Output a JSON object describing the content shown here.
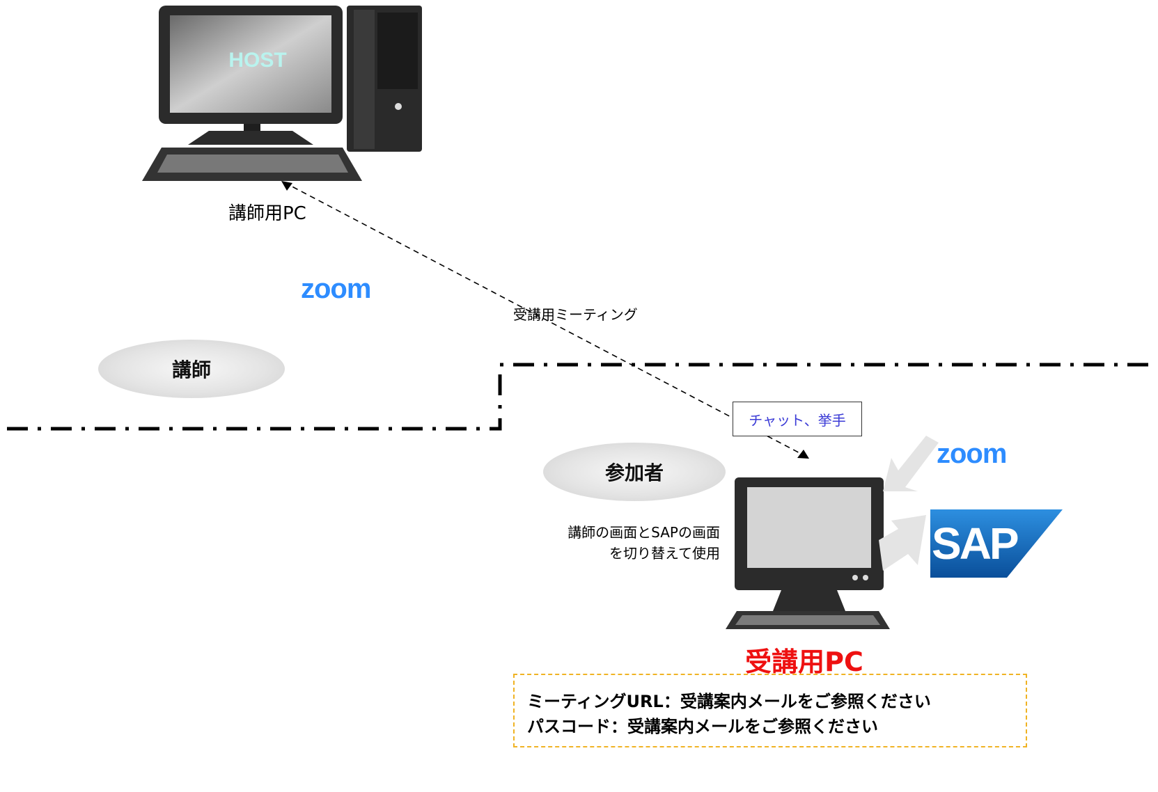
{
  "host_label": "HOST",
  "instructor_pc_label": "講師用PC",
  "zoom_logo_text": "zoom",
  "meeting_label": "受講用ミーティング",
  "instructor_role": "講師",
  "participant_role": "参加者",
  "chat_box_text": "チャット、挙手",
  "switch_note": [
    "講師の画面とSAPの画面",
    "を切り替えて使用"
  ],
  "sap_logo_text": "SAP",
  "student_pc_label": "受講用PC",
  "info": {
    "line1": "ミーティングURL：受講案内メールをご参照ください",
    "line2": "パスコード：受講案内メールをご参照ください"
  },
  "colors": {
    "zoom_blue": "#2d8cff",
    "student_pc_red": "#ee1111",
    "chat_text_blue": "#3b3bd6",
    "info_border_orange": "#f0b324",
    "sap_blue": "#1a75c6",
    "host_text_cyan": "#b9f3ee"
  }
}
